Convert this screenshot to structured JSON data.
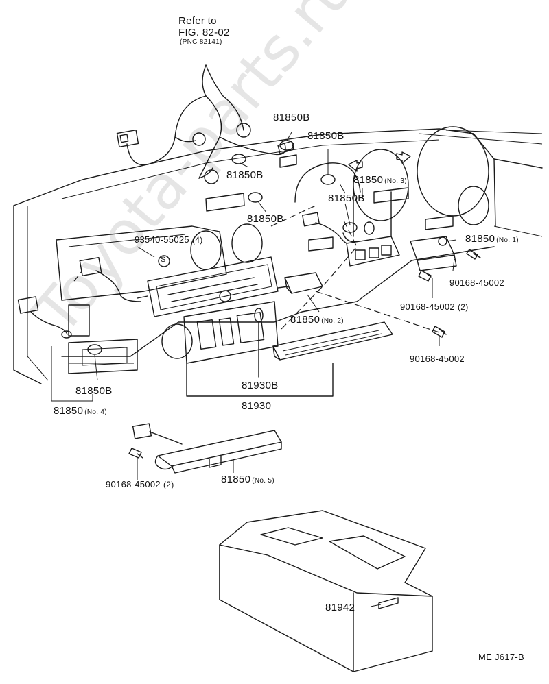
{
  "refer": {
    "line1": "Refer to",
    "line2": "FIG. 82-02",
    "line3": "(PNC 82141)"
  },
  "labels": {
    "p81850B_a": "81850B",
    "p81850B_b": "81850B",
    "p81850B_c": "81850B",
    "p81850B_d": "81850B",
    "p81850B_e": "81850B",
    "p81850B_f": "81850B",
    "p81850_no3": "81850",
    "p81850_no3_sub": "(No. 3)",
    "p81850_no1": "81850",
    "p81850_no1_sub": "(No. 1)",
    "p93540": "93540-55025",
    "p93540_sub": "(4)",
    "p90168_a": "90168-45002",
    "p90168_b": "90168-45002",
    "p90168_b_sub": "(2)",
    "p81850_no2": "81850",
    "p81850_no2_sub": "(No. 2)",
    "p90168_c": "90168-45002",
    "p81930B": "81930B",
    "p81930": "81930",
    "p81850_no4": "81850",
    "p81850_no4_sub": "(No. 4)",
    "p90168_d": "90168-45002",
    "p90168_d_sub": "(2)",
    "p81850_no5": "81850",
    "p81850_no5_sub": "(No. 5)",
    "p81942": "81942",
    "code": "ME  J617-B",
    "s_marker": "S"
  },
  "watermark": "Toyota-parts.ru"
}
